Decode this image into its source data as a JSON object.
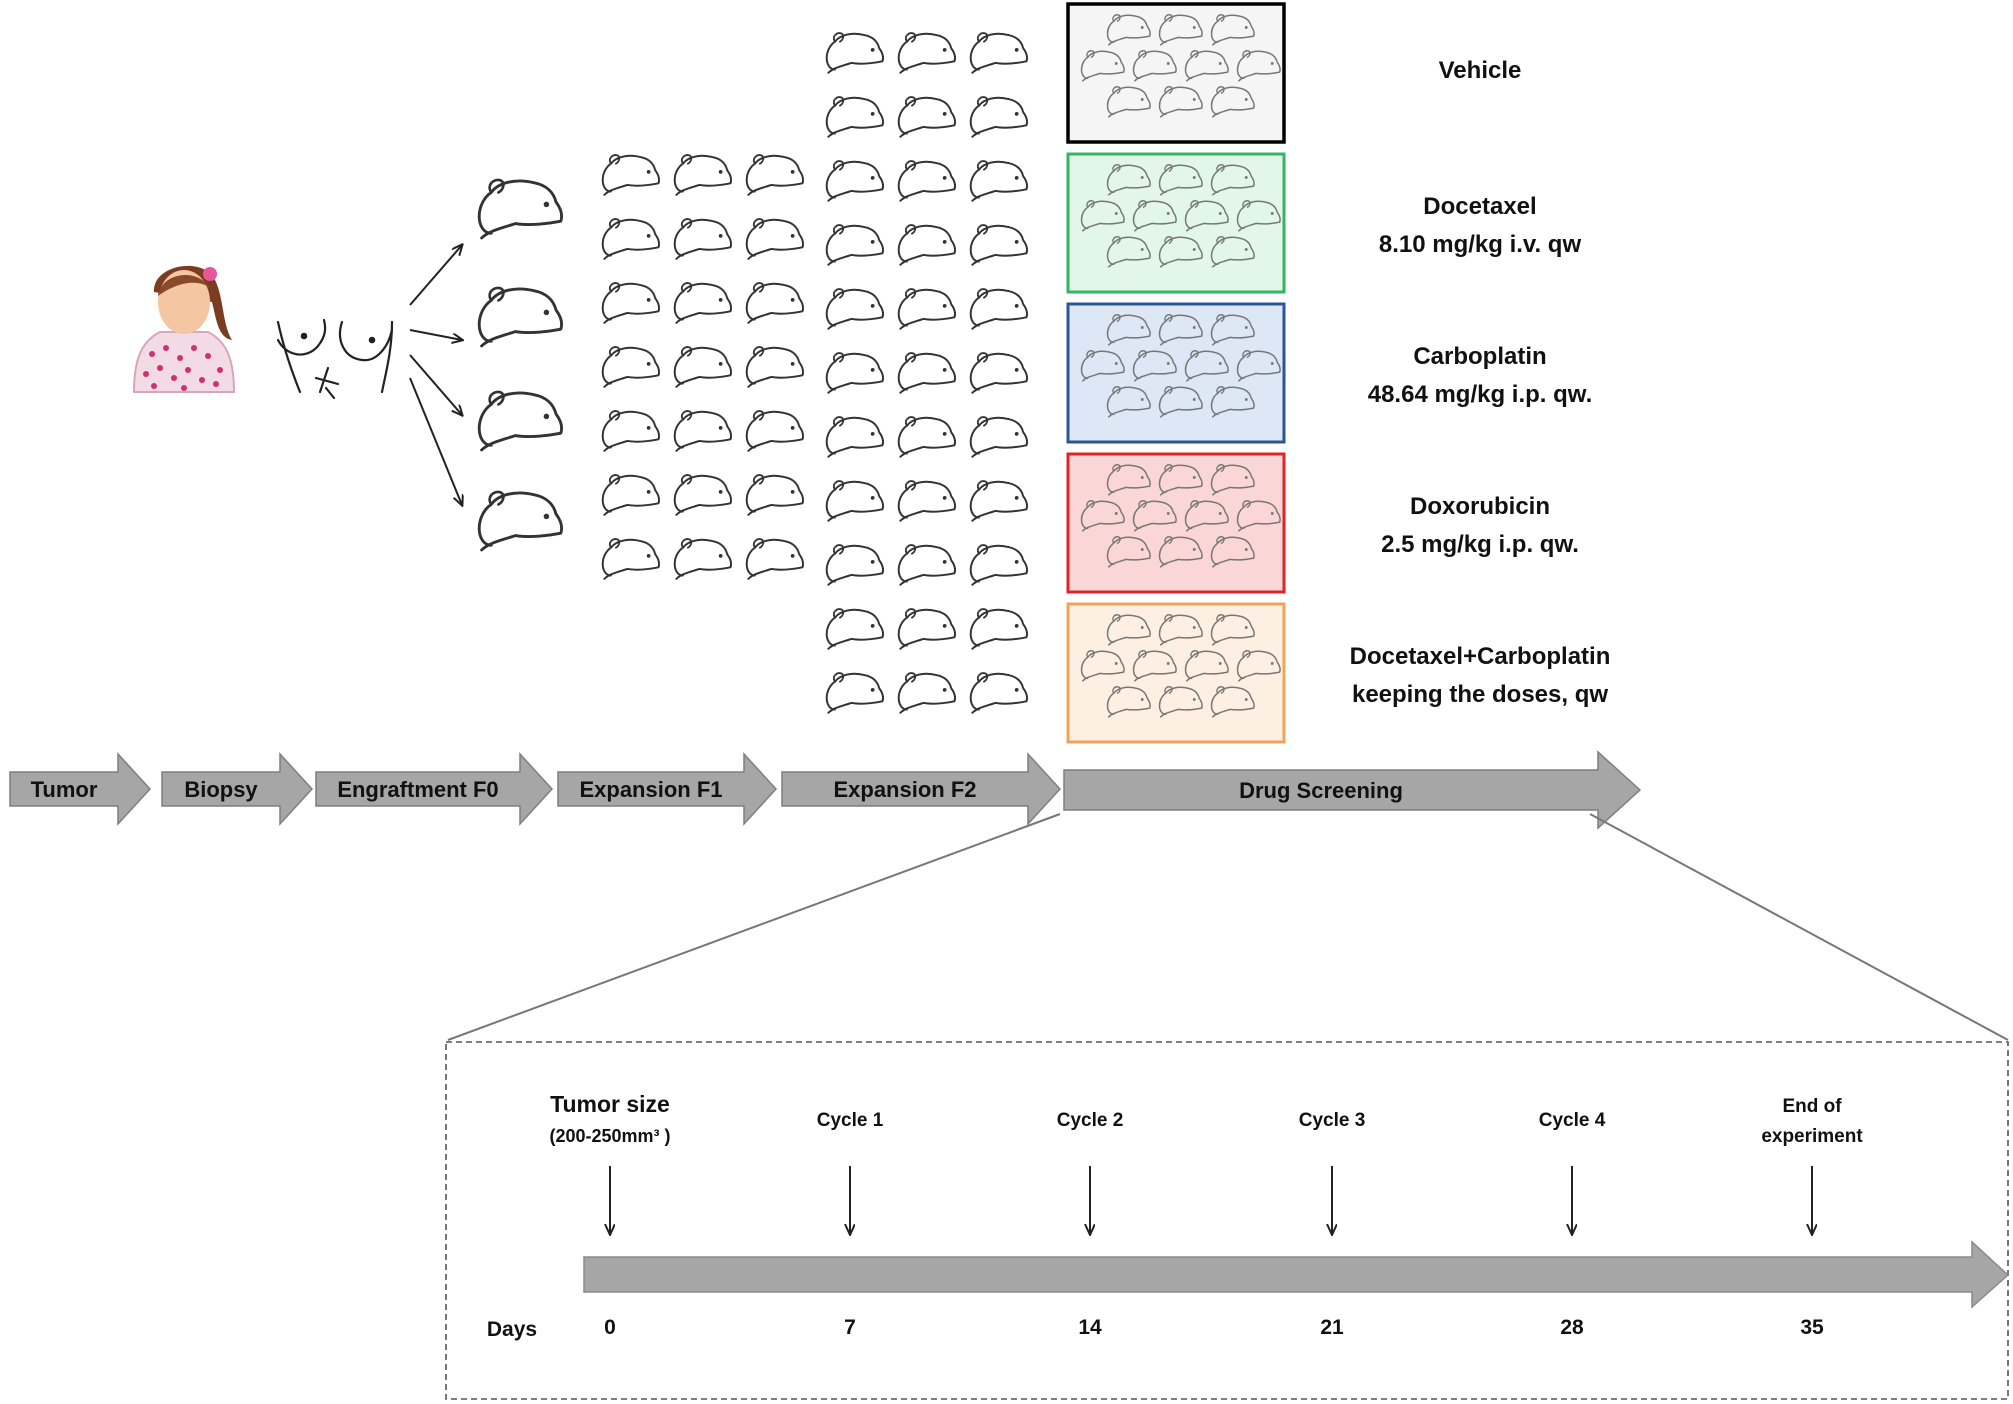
{
  "groups": [
    {
      "name": "Vehicle",
      "dose": "",
      "border": "#000000",
      "fill": "#f5f5f5"
    },
    {
      "name": "Docetaxel",
      "dose": "8.10 mg/kg i.v. qw",
      "border": "#33b566",
      "fill": "#e2f7e8"
    },
    {
      "name": "Carboplatin",
      "dose": "48.64 mg/kg i.p. qw.",
      "border": "#2a5597",
      "fill": "#dde7f6"
    },
    {
      "name": "Doxorubicin",
      "dose": "2.5 mg/kg i.p. qw.",
      "border": "#e02424",
      "fill": "#fbd6d6"
    },
    {
      "name": "Docetaxel+Carboplatin",
      "dose": "keeping the doses, qw",
      "border": "#f0a45a",
      "fill": "#fdf0e3"
    }
  ],
  "stages": [
    "Tumor",
    "Biopsy",
    "Engraftment F0",
    "Expansion F1",
    "Expansion F2",
    "Drug Screening"
  ],
  "timeline": {
    "days_label": "Days",
    "events": [
      {
        "label": "Tumor size",
        "sublabel": "(200-250mm³ )",
        "day": "0"
      },
      {
        "label": "Cycle 1",
        "sublabel": "",
        "day": "7"
      },
      {
        "label": "Cycle 2",
        "sublabel": "",
        "day": "14"
      },
      {
        "label": "Cycle 3",
        "sublabel": "",
        "day": "21"
      },
      {
        "label": "Cycle 4",
        "sublabel": "",
        "day": "28"
      },
      {
        "label": "End of",
        "sublabel": "experiment",
        "day": "35"
      }
    ]
  },
  "colors": {
    "arrow_fill": "#a6a6a6",
    "arrow_stroke": "#7f7f7f",
    "outline": "#333333"
  },
  "icons": {
    "mouse": "mouse-icon",
    "patient": "patient-icon",
    "breast": "breast-biopsy-icon"
  }
}
